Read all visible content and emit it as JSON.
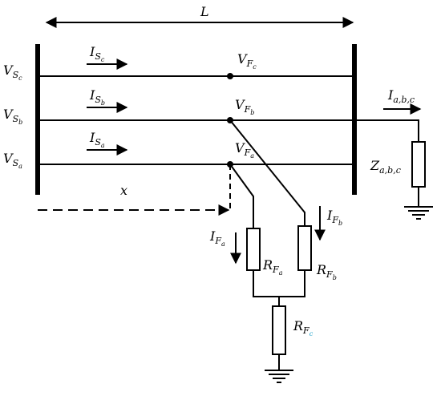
{
  "labels": {
    "length": "L",
    "distance": "x",
    "vsc_main": "V",
    "vsc_sub": "S",
    "vsc_subsub": "c",
    "vsb_main": "V",
    "vsb_sub": "S",
    "vsb_subsub": "b",
    "vsa_main": "V",
    "vsa_sub": "S",
    "vsa_subsub": "a",
    "isc_main": "I",
    "isc_sub": "S",
    "isc_subsub": "c",
    "isb_main": "I",
    "isb_sub": "S",
    "isb_subsub": "b",
    "isa_main": "I",
    "isa_sub": "S",
    "isa_subsub": "a",
    "vfc_main": "V",
    "vfc_sub": "F",
    "vfc_subsub": "c",
    "vfb_main": "V",
    "vfb_sub": "F",
    "vfb_subsub": "b",
    "vfa_main": "V",
    "vfa_sub": "F",
    "vfa_subsub": "a",
    "iabc_main": "I",
    "iabc_sub": "a,b,c",
    "zabc_main": "Z",
    "zabc_sub": "a,b,c",
    "ifa_main": "I",
    "ifa_sub": "F",
    "ifa_subsub": "a",
    "ifb_main": "I",
    "ifb_sub": "F",
    "ifb_subsub": "b",
    "rfa_main": "R",
    "rfa_sub": "F",
    "rfa_subsub": "a",
    "rfb_main": "R",
    "rfb_sub": "F",
    "rfb_subsub": "b",
    "rfc_main": "R",
    "rfc_sub": "F",
    "rfc_subsub": "c"
  },
  "colors": {
    "line": "#000000",
    "accent_subscript": "#1aa0c8"
  }
}
